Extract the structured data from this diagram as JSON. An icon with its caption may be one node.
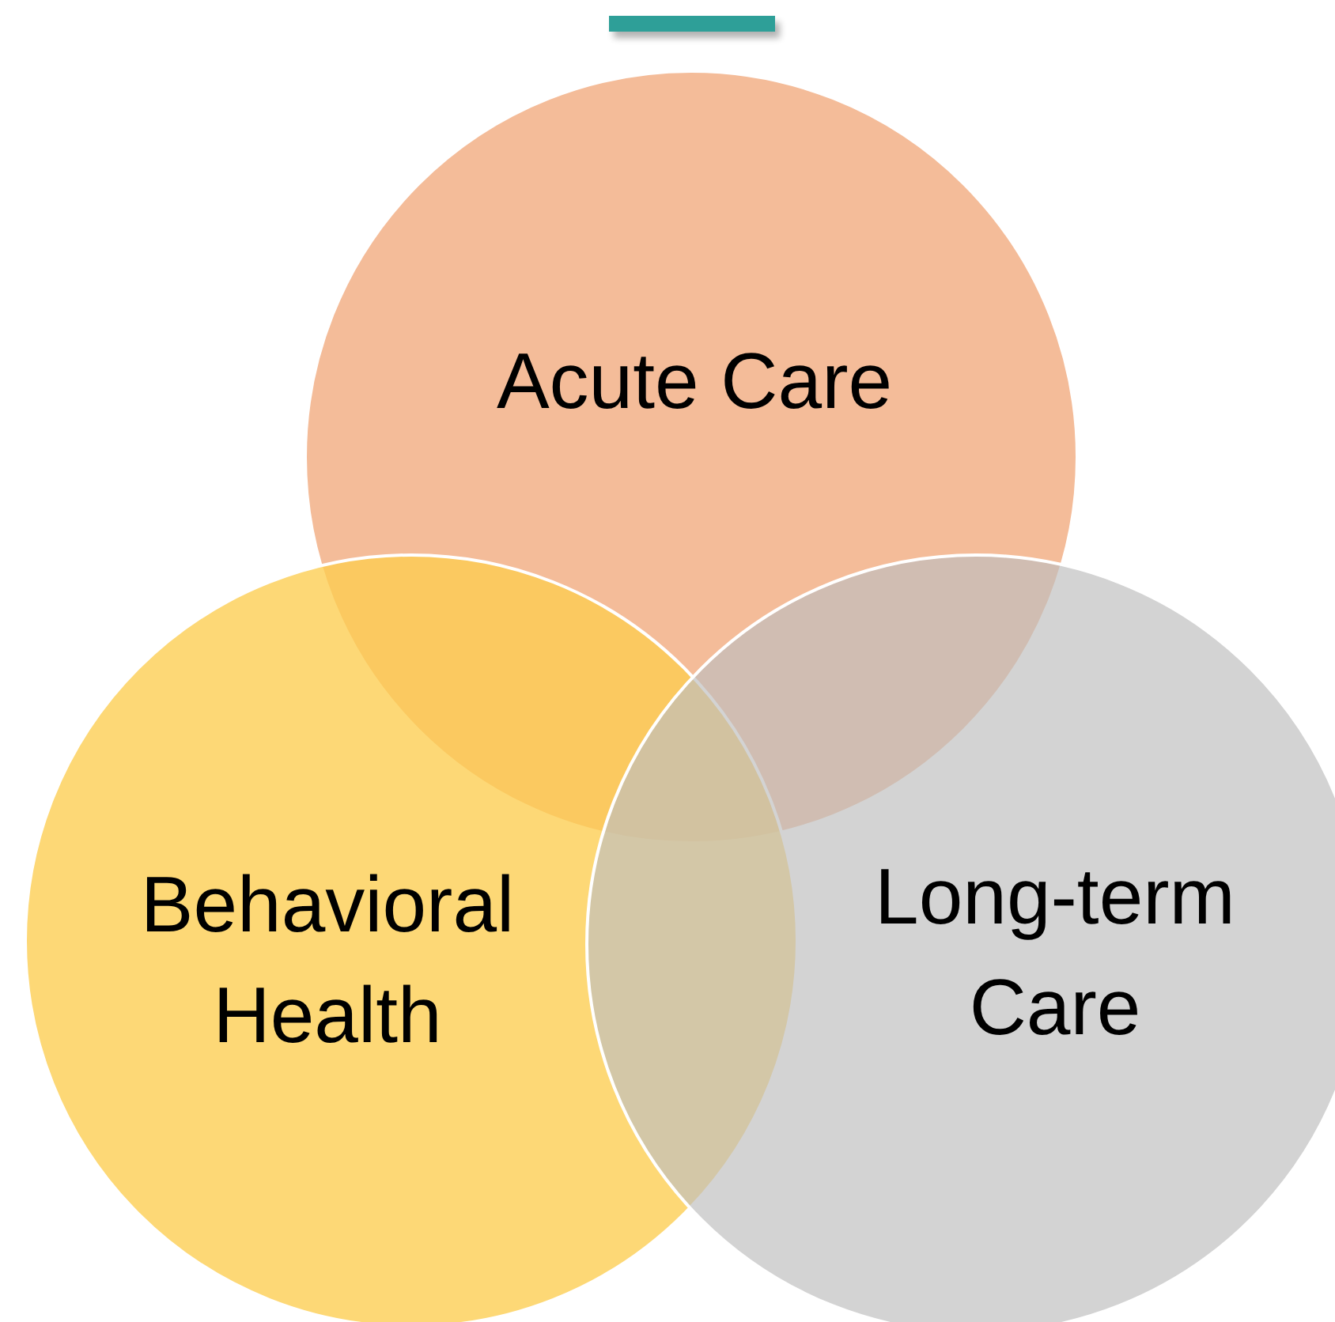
{
  "diagram": {
    "nodes": [
      {
        "text": [
          "Acute Care"
        ]
      },
      {
        "text": [
          "Behavioral Health"
        ]
      },
      {
        "text": [
          "Long-term Care"
        ]
      }
    ]
  }
}
